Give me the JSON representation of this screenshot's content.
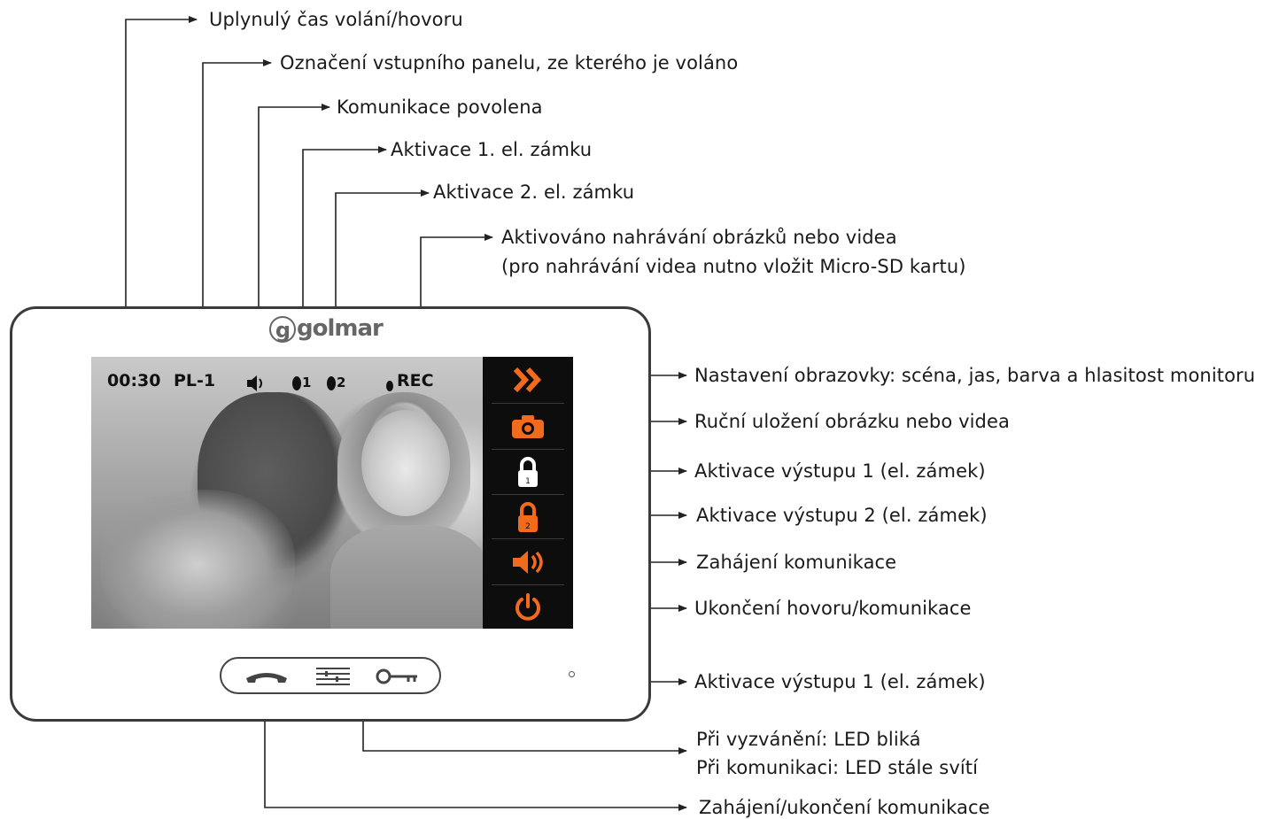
{
  "annotations": {
    "elapsed_time": "Uplynulý čas volání/hovoru",
    "panel_id": "Označení vstupního panelu, ze kterého je voláno",
    "comm_enabled": "Komunikace povolena",
    "lock1_activation": "Aktivace 1. el. zámku",
    "lock2_activation": "Aktivace 2. el. zámku",
    "recording_line1": "Aktivováno nahrávání obrázků nebo videa",
    "recording_line2": "(pro nahrávání videa nutno vložit Micro-SD kartu)",
    "screen_settings": "Nastavení obrazovky: scéna, jas, barva a hlasitost monitoru",
    "manual_save": "Ruční uložení obrázku nebo videa",
    "output1": "Aktivace výstupu 1 (el. zámek)",
    "output2": "Aktivace výstupu 2 (el. zámek)",
    "start_comm": "Zahájení komunikace",
    "end_call": "Ukončení hovoru/komunikace",
    "key_output1": "Aktivace výstupu 1 (el. zámek)",
    "led_line1": "Při vyzvánění: LED bliká",
    "led_line2": "Při komunikaci: LED stále svítí",
    "handset": "Zahájení/ukončení komunikace"
  },
  "monitor": {
    "brand": "golmar",
    "status": {
      "time": "00:30",
      "panel": "PL-1",
      "lock1_num": "1",
      "lock2_num": "2",
      "rec": "REC"
    },
    "sidebar_icons": [
      "double-chevron-icon",
      "camera-icon",
      "lock1-icon",
      "lock2-icon",
      "speaker-icon",
      "power-icon"
    ],
    "hardware_buttons": [
      "handset-icon",
      "menu-icon",
      "key-icon"
    ]
  },
  "colors": {
    "accent_orange": "#f26a1b",
    "sidebar_bg": "#0d0d0d",
    "line": "#222222"
  }
}
